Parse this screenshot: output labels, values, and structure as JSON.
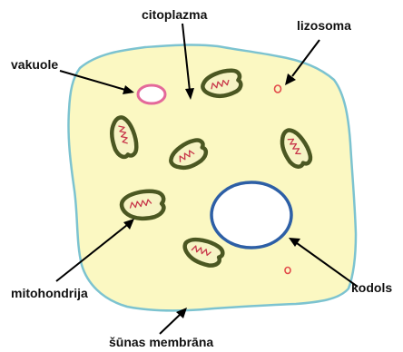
{
  "diagram": {
    "labels": {
      "citoplazma": "citoplazma",
      "lizosoma": "lizosoma",
      "vakuole": "vakuole",
      "mitohondrija": "mitohondrija",
      "kodols": "kodols",
      "sunas_membrana": "šūnas membrāna"
    },
    "colors": {
      "cytoplasm": "#fbf8c2",
      "membrane": "#7cc3d0",
      "nucleus_border": "#2d5fa6",
      "nucleus_fill": "#ffffff",
      "vacuole": "#e4699a",
      "lysosome": "#e24a4a",
      "mitochondria_outline": "#4b5722",
      "mitochondria_cristae": "#c8364a"
    }
  }
}
